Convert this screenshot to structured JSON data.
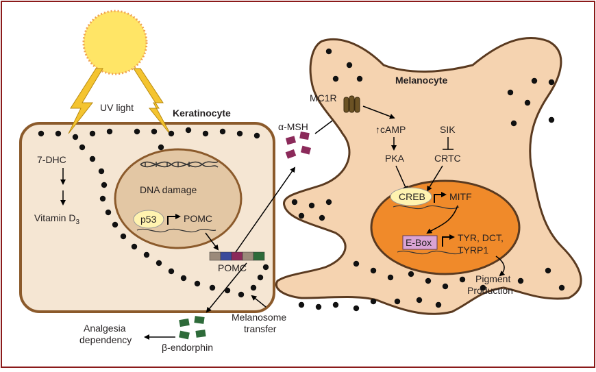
{
  "labels": {
    "uv_light": "UV light",
    "keratinocyte": "Keratinocyte",
    "melanocyte": "Melanocyte",
    "seven_dhc": "7-DHC",
    "vitamin_d3_main": "Vitamin D",
    "vitamin_d3_sub": "3",
    "dna_damage": "DNA damage",
    "p53": "p53",
    "pomc_gene": "POMC",
    "pomc_peptide": "POMC",
    "alpha_msh": "α-MSH",
    "mc1r": "MC1R",
    "camp": "cAMP",
    "camp_up": "↑",
    "sik": "SIK",
    "pka": "PKA",
    "crtc": "CRTC",
    "creb": "CREB",
    "mitf": "MITF",
    "ebox": "E-Box",
    "targets_line1": "TYR, DCT,",
    "targets_line2": "TYRP1",
    "pigment_line1": "Pigment",
    "pigment_line2": "Production",
    "melanosome_line1": "Melanosome",
    "melanosome_line2": "transfer",
    "beta_endorphin": "β-endorphin",
    "analgesia_line1": "Analgesia",
    "analgesia_line2": "dependency"
  },
  "colors": {
    "frame": "#8b1a1a",
    "cell_fill": "#f5d3b0",
    "cell_stroke": "#8b5a2b",
    "nucleus_kera": "#e3c7a4",
    "nucleus_mela": "#f08a2a",
    "sun": "#ffe566",
    "ray": "#f4c430",
    "msh": "#8b2a5a",
    "endorphin": "#2e6b3a",
    "receptor": "#6b5224",
    "ebox_fill": "#d9a3d4"
  }
}
